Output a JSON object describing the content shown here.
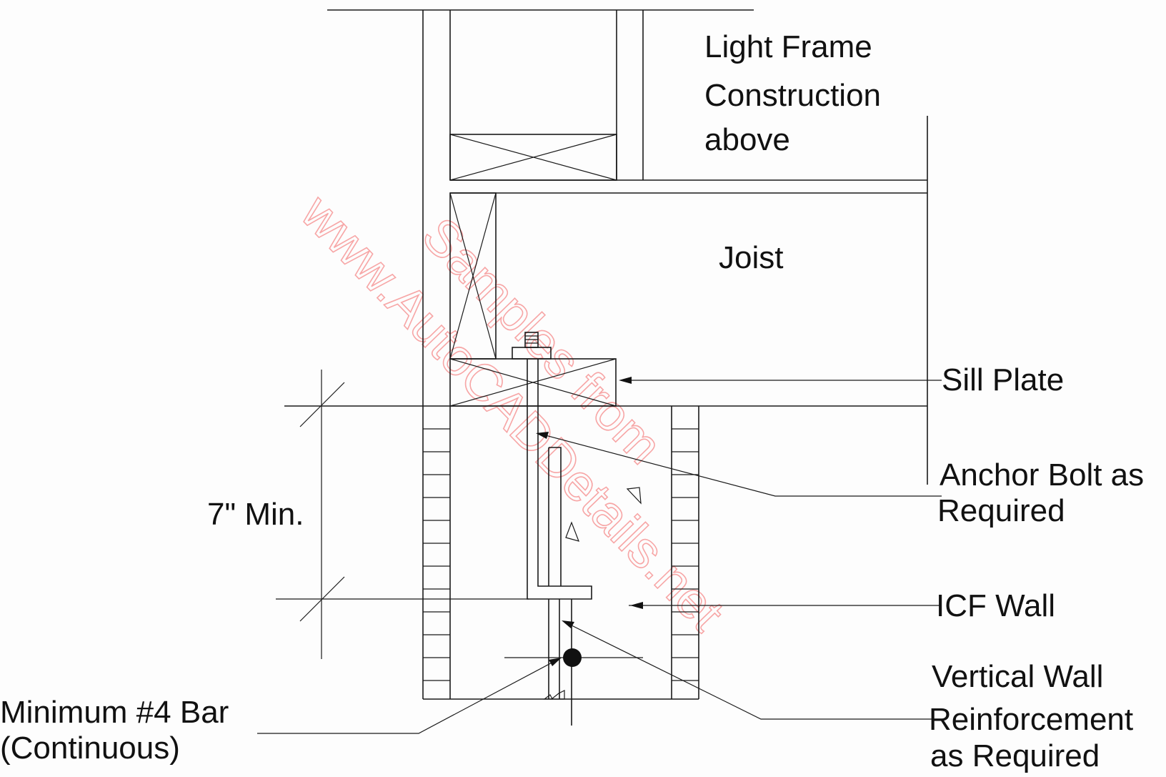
{
  "labels": {
    "light_frame_line1": "Light Frame",
    "light_frame_line2": "Construction",
    "light_frame_line3": "above",
    "joist": "Joist",
    "sill_plate": "Sill Plate",
    "anchor_bolt_line1": "Anchor Bolt as",
    "anchor_bolt_line2": "Required",
    "icf_wall": "ICF Wall",
    "vertical_line1": "Vertical Wall",
    "vertical_line2": "Reinforcement",
    "vertical_line3": "as Required",
    "bar_line1": "Minimum #4 Bar",
    "bar_line2": "(Continuous)",
    "dimension": "7\" Min."
  },
  "watermark": {
    "line1": "Samples from",
    "line2": "www.AutoCADDetails.net",
    "color": "#f7a6a6"
  }
}
